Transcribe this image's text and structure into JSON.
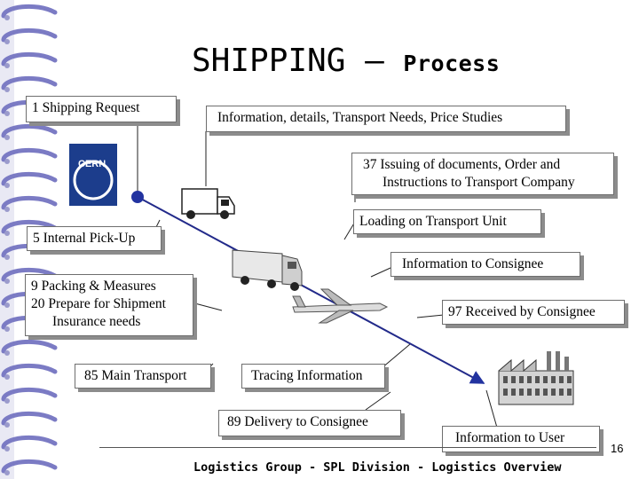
{
  "title": {
    "main": "SHIPPING – ",
    "sub": "Process"
  },
  "boxes": {
    "shipping_request": "1 Shipping Request",
    "information_details": "Information, details, Transport Needs, Price Studies",
    "issuing_line1": "37 Issuing of documents,   Order and",
    "issuing_line2": "Instructions to Transport Company",
    "loading": "Loading on Transport Unit",
    "internal_pickup": "5 Internal Pick-Up",
    "info_consignee": "Information to Consignee",
    "packing_line1": "9  Packing & Measures",
    "packing_line2": "20 Prepare for Shipment",
    "packing_line3": "Insurance needs",
    "received": "97 Received by Consignee",
    "main_transport": "85 Main Transport",
    "tracing": "Tracing Information",
    "delivery": "89 Delivery to Consignee",
    "info_user": "Information to User"
  },
  "logo_text": "CERN",
  "footer": "Logistics Group - SPL Division - Logistics Overview",
  "page_number": "16",
  "colors": {
    "binding": "#7b7bc4",
    "arrow_line": "#222a8a",
    "arrow_head": "#2233a0"
  },
  "icons": [
    "cern-logo-icon",
    "delivery-van-icon",
    "truck-icon",
    "airplane-icon",
    "factory-icon",
    "spiral-binding-icon"
  ]
}
